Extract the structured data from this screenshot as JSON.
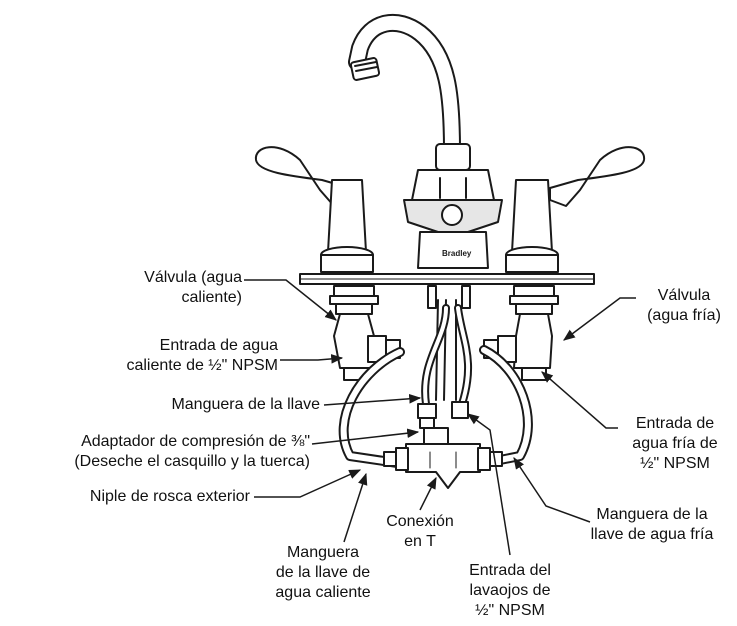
{
  "labels": {
    "hot_valve": [
      "Válvula (agua",
      "caliente)"
    ],
    "hot_inlet": [
      "Entrada de agua",
      "caliente de ½\" NPSM"
    ],
    "faucet_hose": [
      "Manguera de la llave"
    ],
    "compression_adapter": [
      "Adaptador de compresión de ⅜\"",
      "(Deseche el casquillo y la tuerca)"
    ],
    "male_nipple": [
      "Niple de rosca exterior"
    ],
    "tee": [
      "Conexión",
      "en T"
    ],
    "hot_hose": [
      "Manguera",
      "de la llave de",
      "agua caliente"
    ],
    "eyewash_inlet": [
      "Entrada del",
      "lavaojos de",
      "½\" NPSM"
    ],
    "cold_hose": [
      "Manguera de la",
      "llave de agua fría"
    ],
    "cold_inlet": [
      "Entrada de",
      "agua fría de",
      "½\" NPSM"
    ],
    "cold_valve": [
      "Válvula",
      "(agua fría)"
    ]
  },
  "brand_mark": "Bradley",
  "colors": {
    "line": "#1a1a1a",
    "shade": "#9a9a9a",
    "fill": "#ffffff"
  }
}
